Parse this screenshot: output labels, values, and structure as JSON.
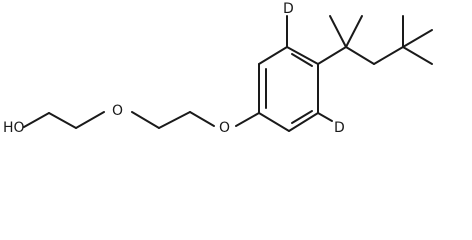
{
  "molecule": {
    "labels": {
      "hydroxyl": "HO",
      "ether_oxygen_1": "O",
      "ether_oxygen_2": "O",
      "deuterium_top": "D",
      "deuterium_bottom": "D"
    }
  }
}
